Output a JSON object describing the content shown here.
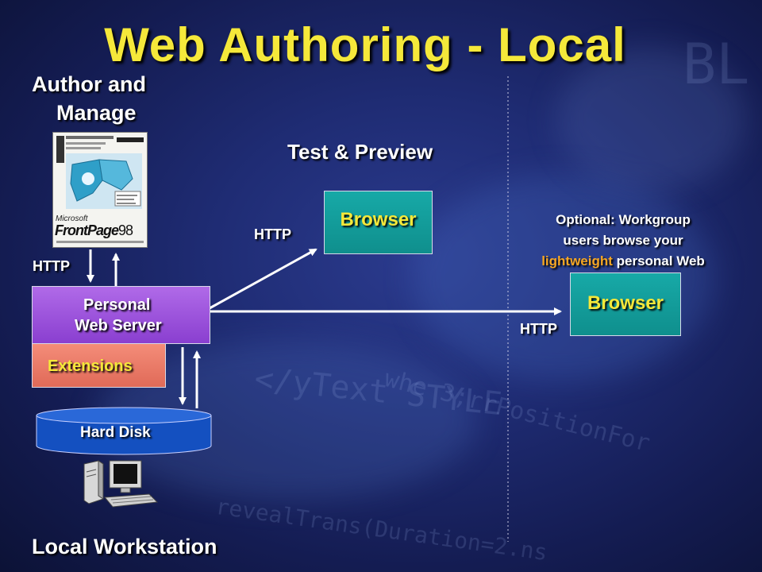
{
  "slide": {
    "title": "Web Authoring - Local",
    "author_heading_line1": "Author and",
    "author_heading_line2": "Manage",
    "test_heading": "Test & Preview",
    "footer_heading": "Local Workstation",
    "optional_line1": "Optional:  Workgroup",
    "optional_line2": "users browse your",
    "optional_line3_highlight": "lightweight",
    "optional_line3_rest": " personal Web"
  },
  "product_box": {
    "brand": "Microsoft",
    "product": "FrontPage",
    "version": "98"
  },
  "nodes": {
    "server_line1": "Personal",
    "server_line2": "Web Server",
    "extensions": "Extensions",
    "disk": "Hard Disk",
    "browser_test": "Browser",
    "browser_remote": "Browser"
  },
  "http_labels": {
    "left": "HTTP",
    "preview": "HTTP",
    "remote": "HTTP"
  },
  "colors": {
    "title": "#f5e83a",
    "browser_fill": "#139c9a",
    "server_fill": "#9b52dc",
    "extensions_fill": "#ea7a66",
    "disk_fill": "#1450c0",
    "highlight_text": "#f5a623",
    "background": "#1f2c74"
  }
}
